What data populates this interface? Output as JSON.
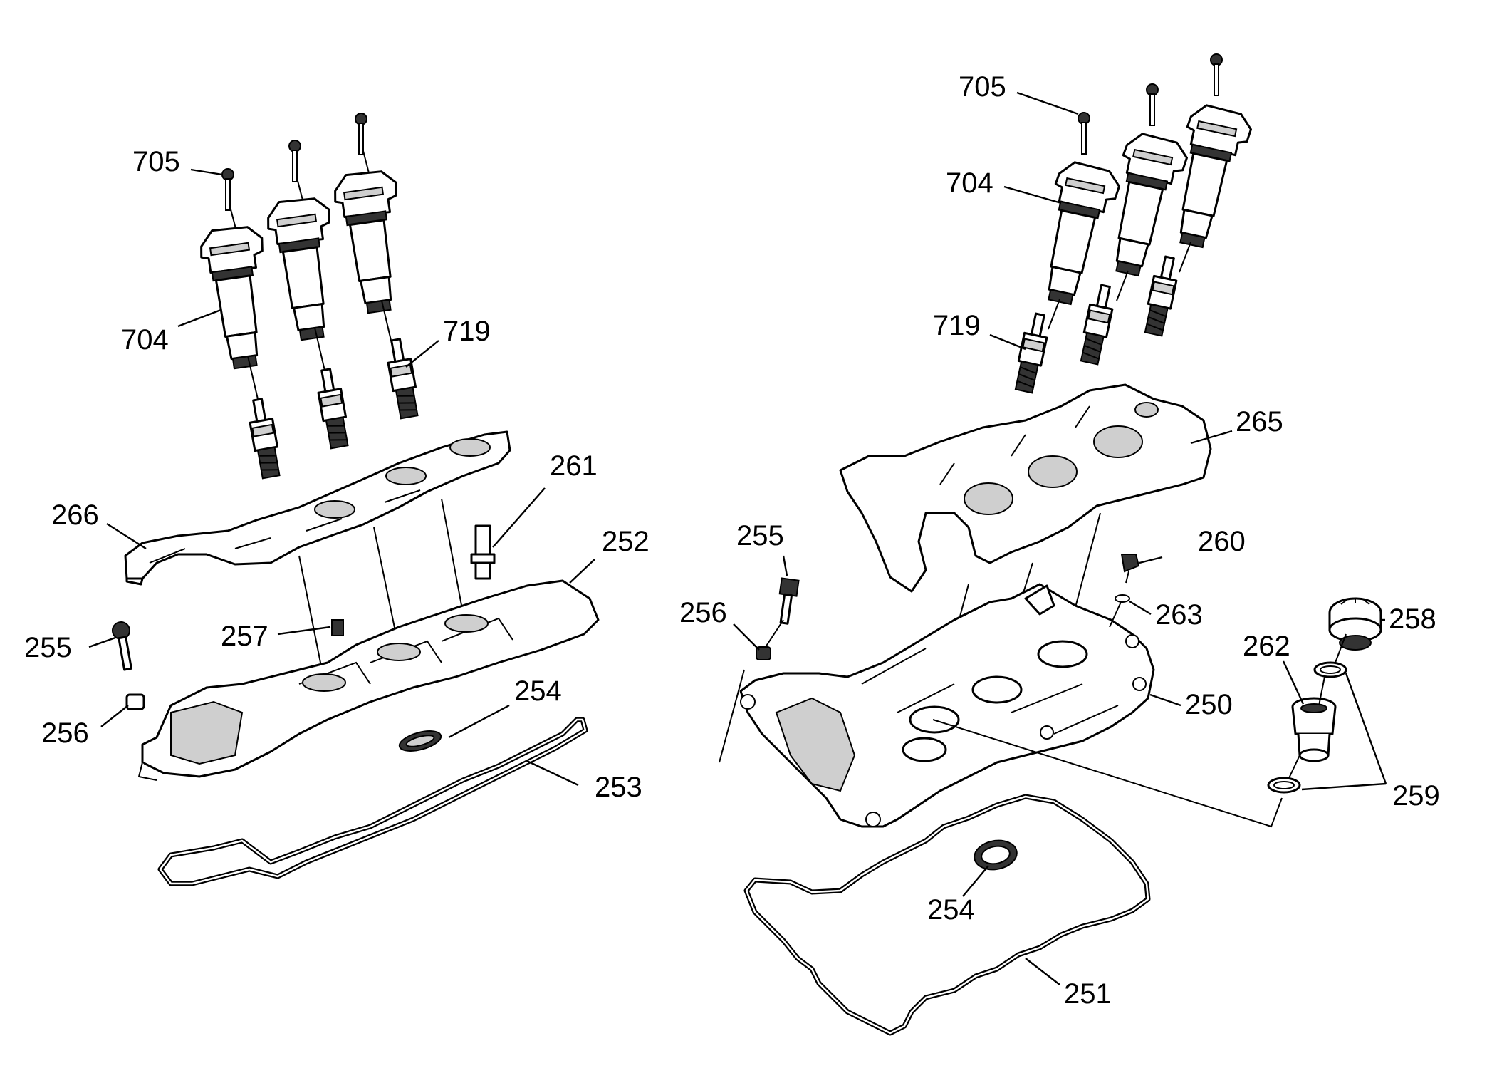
{
  "diagram": {
    "callouts": {
      "left_705": "705",
      "left_704": "704",
      "left_719": "719",
      "left_266": "266",
      "left_261": "261",
      "left_252": "252",
      "left_255": "255",
      "left_257": "257",
      "left_256": "256",
      "left_254": "254",
      "left_253": "253",
      "right_705": "705",
      "right_704": "704",
      "right_719": "719",
      "right_265": "265",
      "right_255": "255",
      "right_260": "260",
      "right_256": "256",
      "right_263": "263",
      "right_258": "258",
      "right_262": "262",
      "right_250": "250",
      "right_259": "259",
      "right_254": "254",
      "right_251": "251"
    }
  }
}
